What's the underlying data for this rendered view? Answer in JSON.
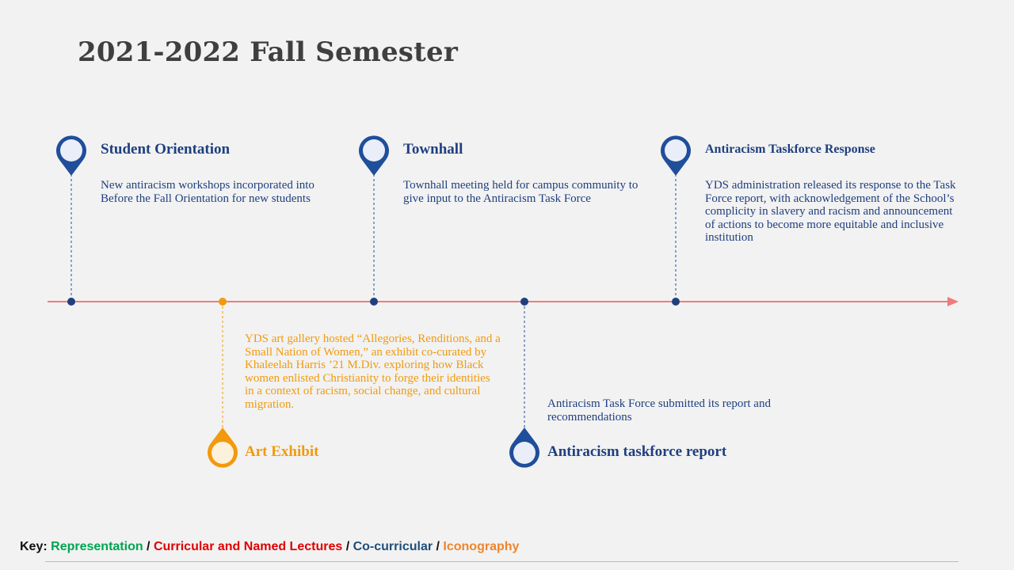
{
  "title": "2021-2022 Fall Semester",
  "colors": {
    "axis": "#ef7b7b",
    "blue": "#1f4e9a",
    "orange": "#f29a0c",
    "representation": "#00a550",
    "curricular": "#e00000",
    "cocurricular": "#1f4e79",
    "iconography": "#f0852d"
  },
  "events": [
    {
      "title": "Student Orientation",
      "description": "New antiracism workshops incorporated into Before the Fall Orientation for new students",
      "icon": "map-pin-icon"
    },
    {
      "title": "Art Exhibit",
      "description": "YDS art gallery hosted “Allegories, Renditions, and a Small Nation of Women,” an exhibit co-curated by Khaleelah Harris ’21 M.Div. exploring how Black women enlisted Christianity to forge their identities in a context of racism, social change, and cultural migration.",
      "icon": "map-pin-icon"
    },
    {
      "title": "Townhall",
      "description": "Townhall meeting held for campus community to give input to the Antiracism Task Force",
      "icon": "map-pin-icon"
    },
    {
      "title": "Antiracism taskforce report",
      "description": "Antiracism Task Force submitted its report and recommendations",
      "icon": "map-pin-icon"
    },
    {
      "title": "Antiracism Taskforce Response",
      "description": "YDS administration released its response to the Task Force report, with acknowledgement of the School’s complicity in slavery and racism and announcement of actions to become more equitable and inclusive institution",
      "icon": "map-pin-icon"
    }
  ],
  "key": {
    "label": "Key:",
    "items": [
      "Representation",
      "Curricular and Named Lectures",
      "Co-curricular",
      "Iconography"
    ],
    "separator": " / "
  }
}
